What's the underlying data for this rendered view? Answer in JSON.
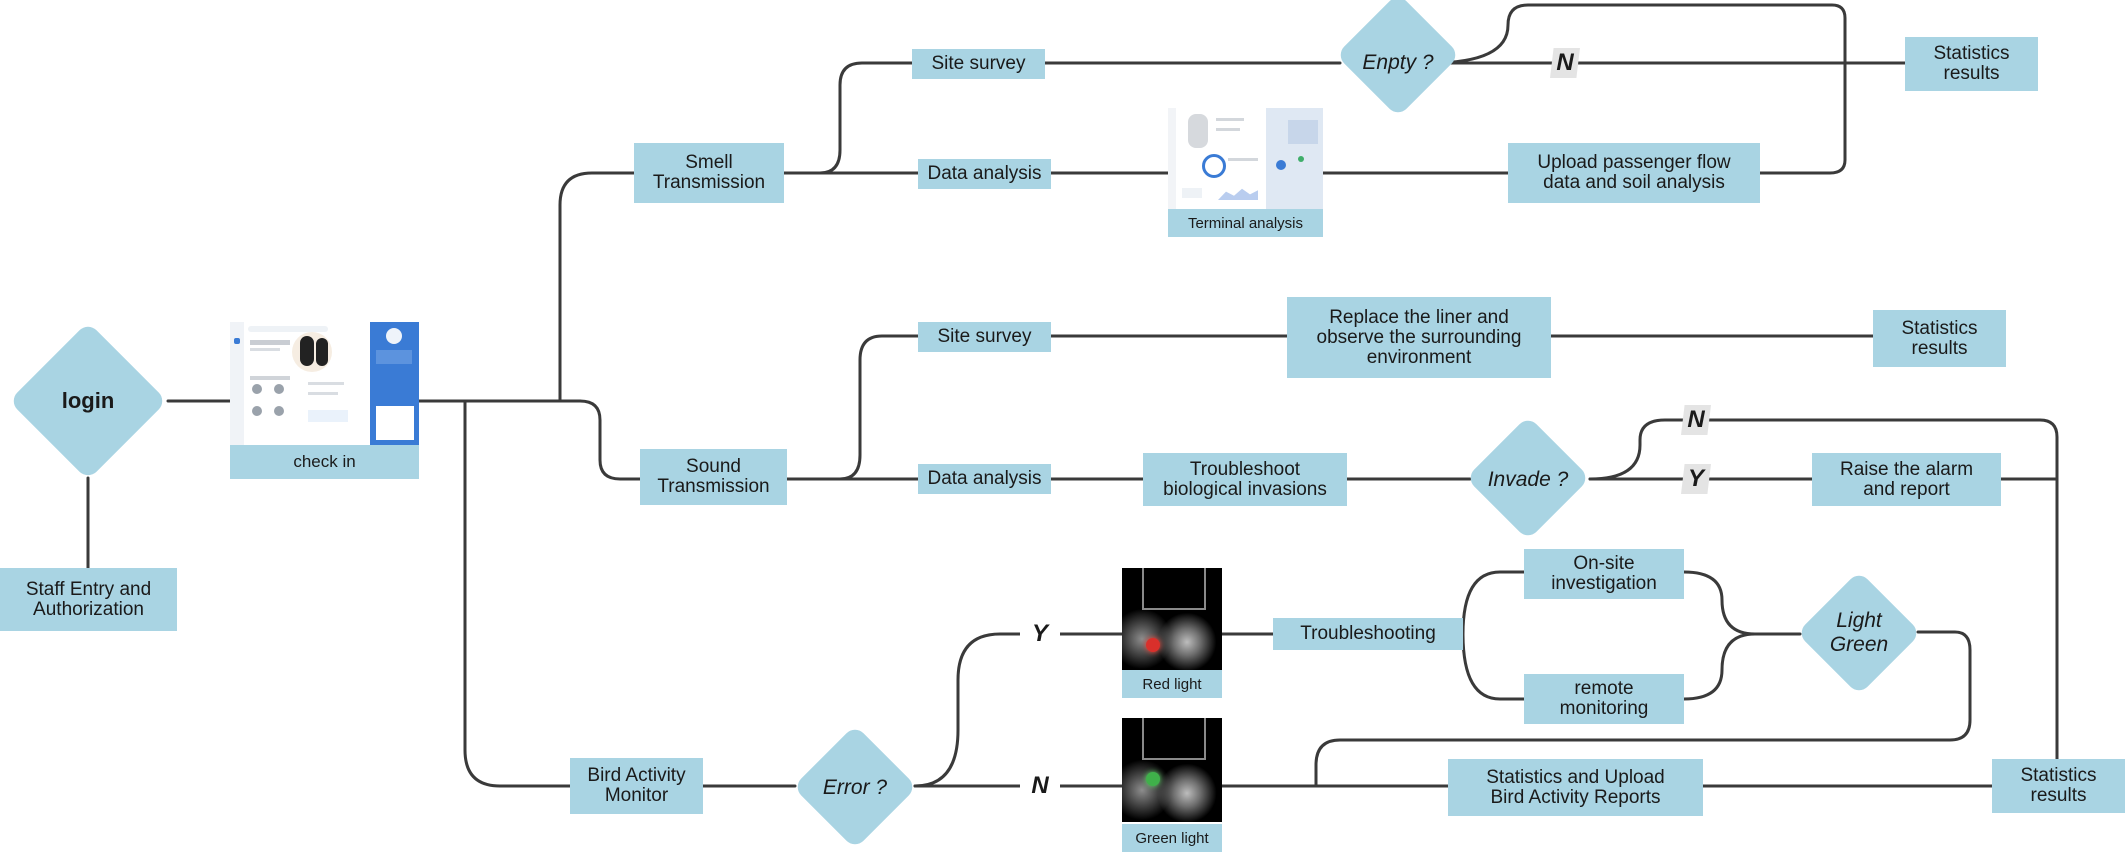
{
  "nodes": {
    "login": "login",
    "staff": "Staff Entry and\nAuthorization",
    "checkin": "check in",
    "smell": "Smell\nTransmission",
    "sound": "Sound\nTransmission",
    "bird": "Bird Activity\nMonitor",
    "site_survey_1": "Site survey",
    "data_analysis_1": "Data analysis",
    "empty": "Enpty ?",
    "stats_1": "Statistics\nresults",
    "terminal": "Terminal analysis",
    "upload_flow": "Upload passenger flow\ndata and soil analysis",
    "site_survey_2": "Site survey",
    "replace_liner": "Replace the liner and\nobserve the surrounding\nenvironment",
    "stats_2": "Statistics\nresults",
    "data_analysis_2": "Data analysis",
    "troubleshoot_bio": "Troubleshoot\nbiological invasions",
    "invade": "Invade ?",
    "alarm": "Raise the alarm\nand report",
    "error": "Error ?",
    "red_light": "Red light",
    "green_light": "Green light",
    "troubleshooting": "Troubleshooting",
    "onsite": "On-site\ninvestigation",
    "remote": "remote\nmonitoring",
    "light_green": "Light\nGreen",
    "stats_upload": "Statistics and Upload\nBird Activity Reports",
    "stats_3": "Statistics\nresults"
  },
  "branch_labels": {
    "empty_no": "N",
    "invade_no": "N",
    "invade_yes": "Y",
    "error_yes": "Y",
    "error_no": "N"
  },
  "colors": {
    "box_fill": "#a9d4e3",
    "connector": "#3a3a3a",
    "tag_fill": "#e4e4e4"
  }
}
